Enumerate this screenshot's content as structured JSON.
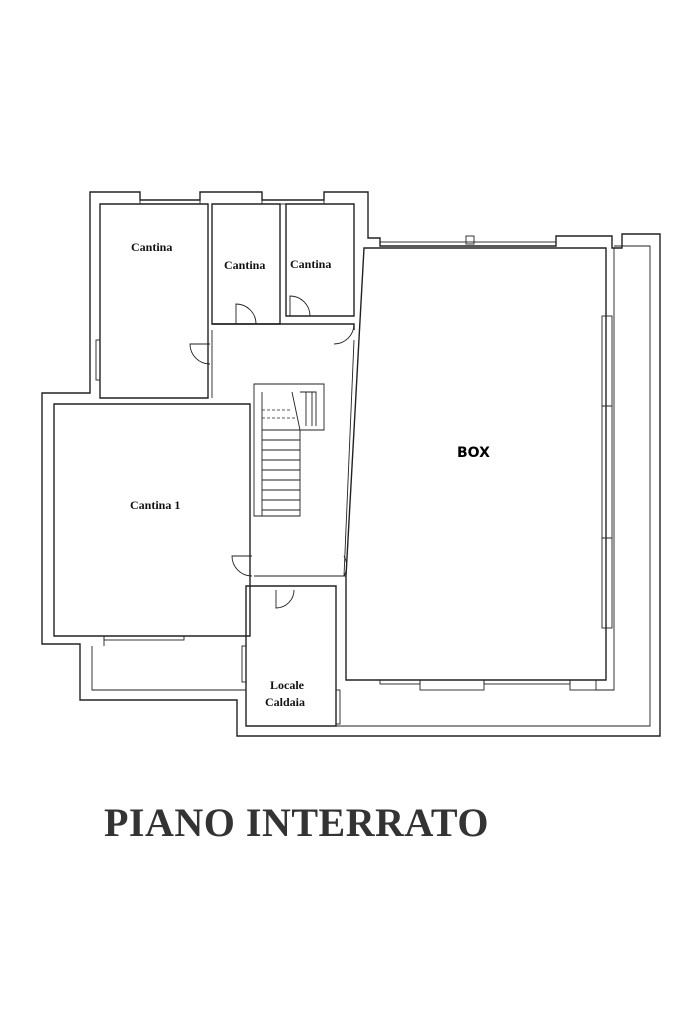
{
  "plan": {
    "title": "PIANO INTERRATO",
    "rooms": {
      "cantina_left": "Cantina",
      "cantina_middle": "Cantina",
      "cantina_right": "Cantina",
      "cantina_1": "Cantina 1",
      "box": "BOX",
      "locale_caldaia_line1": "Locale",
      "locale_caldaia_line2": "Caldaia"
    }
  }
}
